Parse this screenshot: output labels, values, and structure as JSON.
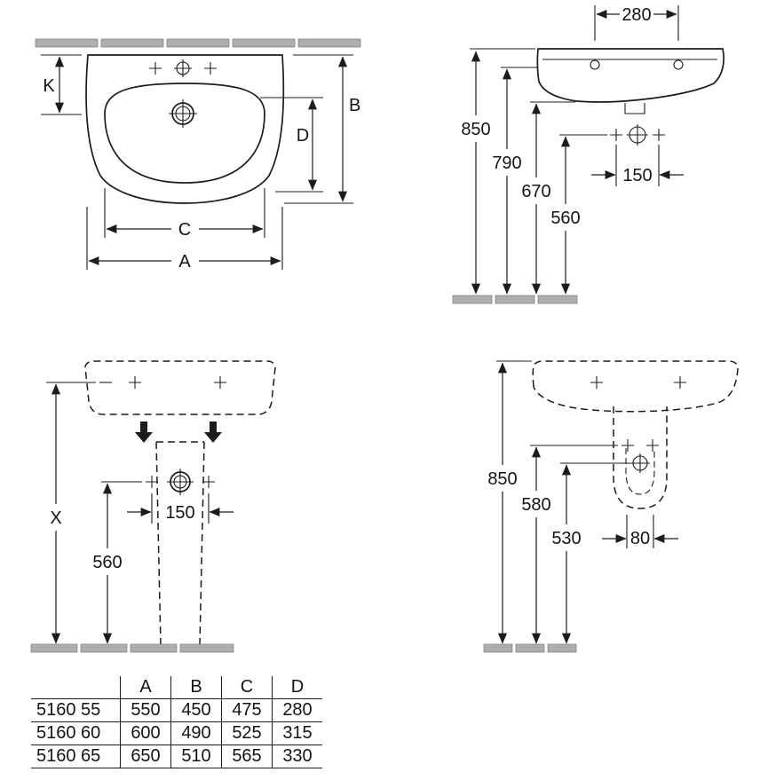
{
  "views": {
    "front": {
      "k": "K",
      "b": "B",
      "d": "D",
      "c": "C",
      "a": "A"
    },
    "side": {
      "w280": "280",
      "h850": "850",
      "h790": "790",
      "h670": "670",
      "h560": "560",
      "w150": "150"
    },
    "front_pedestal": {
      "x": "X",
      "h560": "560",
      "w150": "150"
    },
    "side_pedestal": {
      "h850": "850",
      "h580": "580",
      "h530": "530",
      "w80": "80"
    }
  },
  "table": {
    "headers": [
      "",
      "A",
      "B",
      "C",
      "D"
    ],
    "rows": [
      [
        "5160 55",
        "550",
        "450",
        "475",
        "280"
      ],
      [
        "5160 60",
        "600",
        "490",
        "525",
        "315"
      ],
      [
        "5160 65",
        "650",
        "510",
        "565",
        "330"
      ]
    ]
  }
}
